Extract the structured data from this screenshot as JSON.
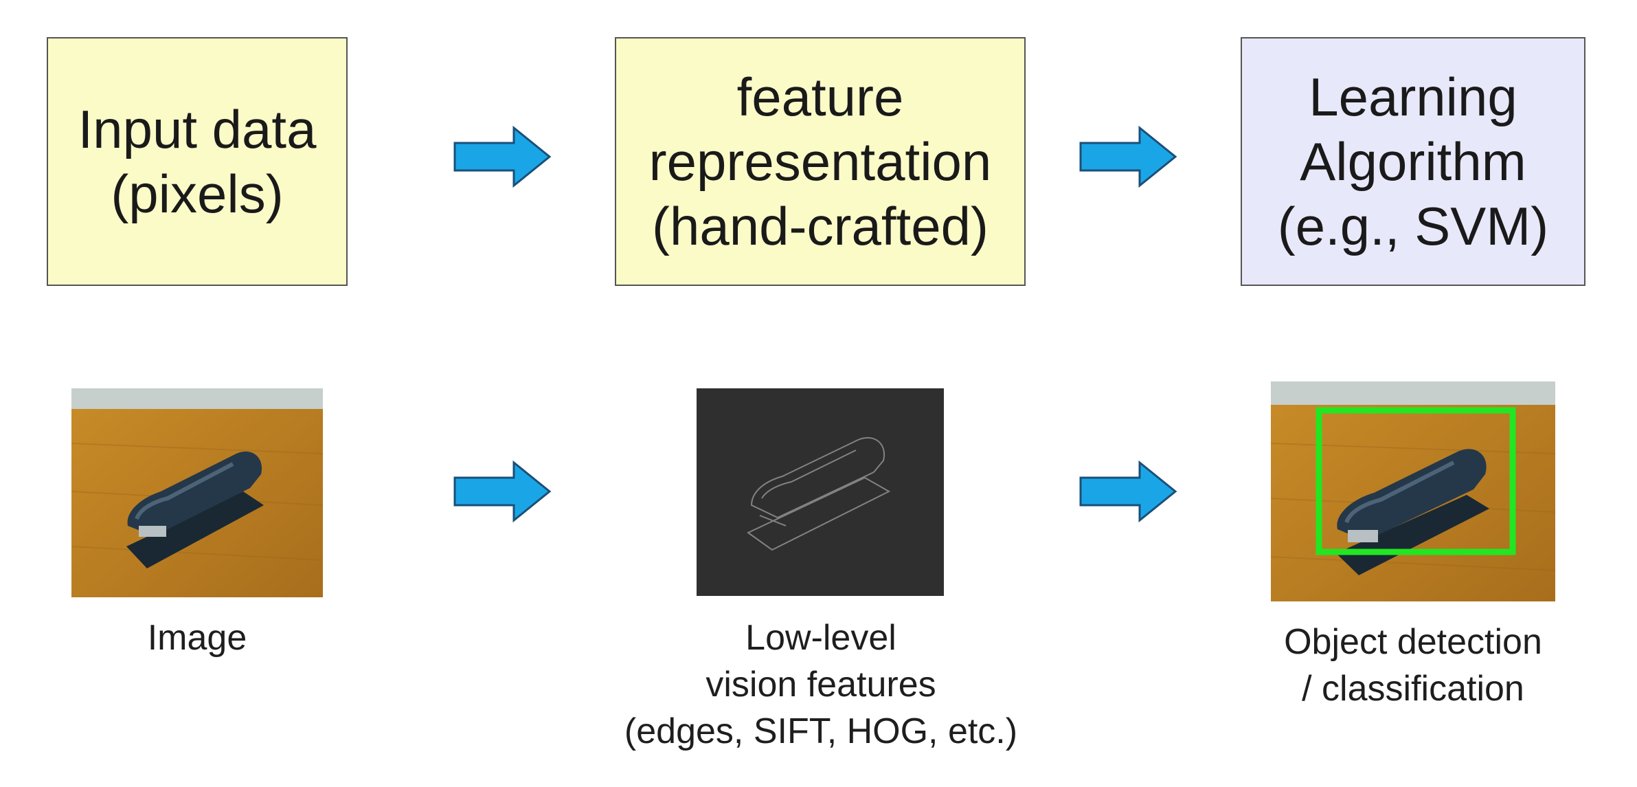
{
  "colors": {
    "input_box_fill": "#fbfbc8",
    "feature_box_fill": "#fbfbc8",
    "learning_box_fill": "#e8e8fb",
    "arrow_fill": "#1aa6e6",
    "arrow_stroke": "#1b4f78",
    "detection_box": "#22e622"
  },
  "boxes": {
    "input": {
      "lines": [
        "Input data",
        "(pixels)"
      ]
    },
    "feature": {
      "lines": [
        "feature",
        "representation",
        "(hand-crafted)"
      ]
    },
    "learning": {
      "lines": [
        "Learning",
        "Algorithm",
        "(e.g., SVM)"
      ]
    }
  },
  "captions": {
    "image": {
      "lines": [
        "Image"
      ]
    },
    "features": {
      "lines": [
        "Low-level",
        "vision features",
        "(edges, SIFT, HOG, etc.)"
      ]
    },
    "detection": {
      "lines": [
        "Object detection",
        "/ classification"
      ]
    }
  },
  "icons": [
    "right-arrow-icon",
    "stapler-photo",
    "edge-map-image",
    "detection-photo"
  ]
}
